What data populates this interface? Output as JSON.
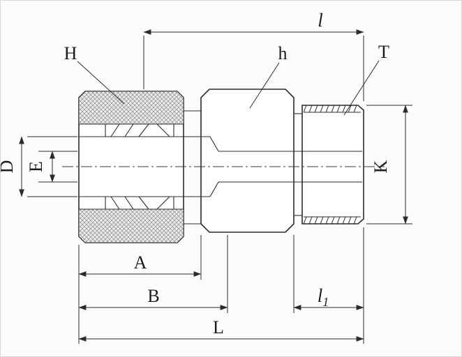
{
  "drawing": {
    "description": "Tube fitting male connector dimensional drawing",
    "dimension_labels": {
      "l": "l",
      "H": "H",
      "h": "h",
      "T": "T",
      "D": "D",
      "E": "E",
      "K": "K",
      "A": "A",
      "B": "B",
      "l1_base": "l",
      "l1_sub": "1",
      "L": "L"
    },
    "colors": {
      "ink": "#2b2b2b",
      "paper": "#fcfcfc",
      "hatch": "#8a8a8a"
    }
  }
}
